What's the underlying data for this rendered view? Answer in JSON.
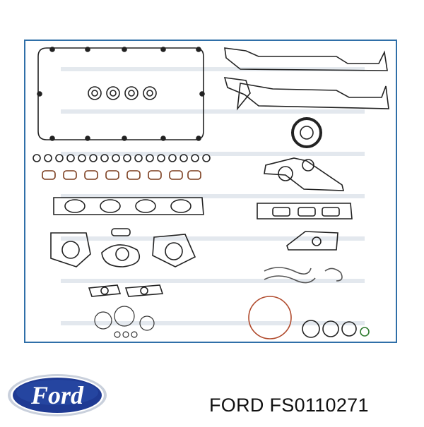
{
  "brand": {
    "logo_text": "Ford",
    "logo_icon": "ford-oval-logo",
    "colors": {
      "primary": "#1f3a93",
      "outline": "#ffffff"
    }
  },
  "product": {
    "caption": "FORD FS0110271",
    "image_icon": "gasket-set-illustration",
    "frame_color": "#2f6fa8"
  }
}
